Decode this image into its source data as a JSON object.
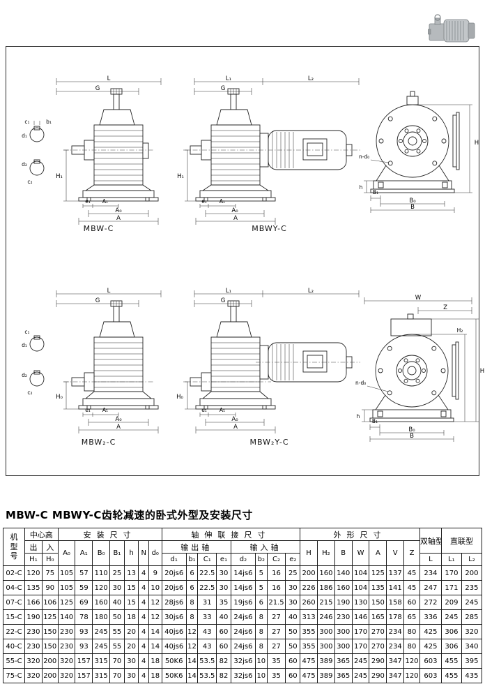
{
  "page": {
    "title": "MBW-C MBWY-C齿轮减速的卧式外型及安装尺寸"
  },
  "drawings": {
    "mbw_c": {
      "caption": "MBW-C",
      "labels": {
        "L": "L",
        "G": "G",
        "H1": "H₁",
        "e1": "e₁",
        "A1": "A₁",
        "A0": "A₀",
        "A": "A",
        "c1": "c₁",
        "b1": "b₁",
        "d1": "d₁",
        "d2": "d₂",
        "c2": "c₂"
      }
    },
    "mbwy_c": {
      "caption": "MBWY-C",
      "labels": {
        "L1": "L₁",
        "L2": "L₂",
        "G": "G",
        "H1": "H₁",
        "e1": "e₁",
        "A1": "A₁",
        "A0": "A₀",
        "A": "A"
      }
    },
    "front_top": {
      "labels": {
        "H": "H",
        "ndo": "n-d₀",
        "h": "h",
        "B1": "B₁",
        "B0": "B₀",
        "B": "B"
      }
    },
    "mbw2_c": {
      "caption": "MBW₂-C",
      "labels": {
        "L": "L",
        "G": "G",
        "H0": "H₀",
        "e1": "e₁",
        "A1": "A₁",
        "A0": "A₀",
        "A": "A",
        "c1": "c₁",
        "d1": "d₁",
        "d2": "d₂",
        "c2": "c₂"
      }
    },
    "mbw2y_c": {
      "caption": "MBW₂Y-C",
      "labels": {
        "L1": "L₁",
        "L2": "L₂",
        "G": "G",
        "H0": "H₀",
        "e1": "e₁",
        "A1": "A₁",
        "A0": "A₀",
        "A": "A"
      }
    },
    "front_bottom": {
      "labels": {
        "W": "W",
        "Z": "Z",
        "H2": "H₂",
        "H": "H",
        "ndo": "n-d₀",
        "h": "h",
        "B1": "B₁",
        "B0": "B₀",
        "B": "B"
      }
    }
  },
  "table": {
    "headers": {
      "model": "机型号",
      "center_height": "中心高",
      "out": "出",
      "in": "入",
      "install": "安装尺寸",
      "shaft_joint": "轴伸联接尺寸",
      "output_shaft": "输出轴",
      "input_shaft": "输入轴",
      "outline": "外形尺寸",
      "twin_shaft": "双轴型",
      "direct_link": "直联型",
      "H1": "H₁",
      "H0": "H₀",
      "A0": "A₀",
      "A1": "A₁",
      "B0": "B₀",
      "B1": "B₁",
      "h": "h",
      "N": "N",
      "d0": "d₀",
      "d1": "d₁",
      "b1": "b₁",
      "C1": "C₁",
      "e1": "e₁",
      "d2": "d₂",
      "b2": "b₂",
      "C2": "C₂",
      "e2": "e₂",
      "H": "H",
      "H2": "H₂",
      "B": "B",
      "W": "W",
      "A": "A",
      "V": "V",
      "Z": "Z",
      "L": "L",
      "L1": "L₁",
      "L2": "L₂"
    },
    "rows": [
      [
        "02-C",
        "120",
        "75",
        "105",
        "57",
        "110",
        "25",
        "13",
        "4",
        "9",
        "20js6",
        "6",
        "22.5",
        "30",
        "14js6",
        "5",
        "16",
        "25",
        "200",
        "160",
        "140",
        "104",
        "125",
        "137",
        "45",
        "234",
        "170",
        "200"
      ],
      [
        "04-C",
        "135",
        "90",
        "105",
        "59",
        "120",
        "30",
        "15",
        "4",
        "10",
        "20js6",
        "6",
        "22.5",
        "30",
        "14js6",
        "5",
        "16",
        "30",
        "226",
        "186",
        "160",
        "104",
        "135",
        "141",
        "45",
        "247",
        "171",
        "235"
      ],
      [
        "07-C",
        "166",
        "106",
        "125",
        "69",
        "160",
        "40",
        "15",
        "4",
        "12",
        "28js6",
        "8",
        "31",
        "35",
        "19js6",
        "6",
        "21.5",
        "30",
        "260",
        "215",
        "190",
        "130",
        "150",
        "158",
        "60",
        "272",
        "209",
        "245"
      ],
      [
        "15-C",
        "190",
        "125",
        "140",
        "78",
        "180",
        "50",
        "18",
        "4",
        "12",
        "30js6",
        "8",
        "33",
        "40",
        "24js6",
        "8",
        "27",
        "40",
        "313",
        "246",
        "230",
        "146",
        "165",
        "178",
        "65",
        "336",
        "245",
        "285"
      ],
      [
        "22-C",
        "230",
        "150",
        "230",
        "93",
        "245",
        "55",
        "20",
        "4",
        "14",
        "40js6",
        "12",
        "43",
        "60",
        "24js6",
        "8",
        "27",
        "50",
        "355",
        "300",
        "300",
        "170",
        "270",
        "234",
        "80",
        "425",
        "306",
        "320"
      ],
      [
        "40-C",
        "230",
        "150",
        "230",
        "93",
        "245",
        "55",
        "20",
        "4",
        "14",
        "40js6",
        "12",
        "43",
        "60",
        "24js6",
        "8",
        "27",
        "50",
        "355",
        "300",
        "300",
        "170",
        "270",
        "234",
        "80",
        "425",
        "306",
        "340"
      ],
      [
        "55-C",
        "320",
        "200",
        "320",
        "157",
        "315",
        "70",
        "30",
        "4",
        "18",
        "50K6",
        "14",
        "53.5",
        "82",
        "32js6",
        "10",
        "35",
        "60",
        "475",
        "389",
        "365",
        "245",
        "290",
        "347",
        "120",
        "603",
        "455",
        "395"
      ],
      [
        "75-C",
        "320",
        "200",
        "320",
        "157",
        "315",
        "70",
        "30",
        "4",
        "18",
        "50K6",
        "14",
        "53.5",
        "82",
        "32js6",
        "10",
        "35",
        "60",
        "475",
        "389",
        "365",
        "245",
        "290",
        "347",
        "120",
        "603",
        "455",
        "435"
      ]
    ]
  }
}
